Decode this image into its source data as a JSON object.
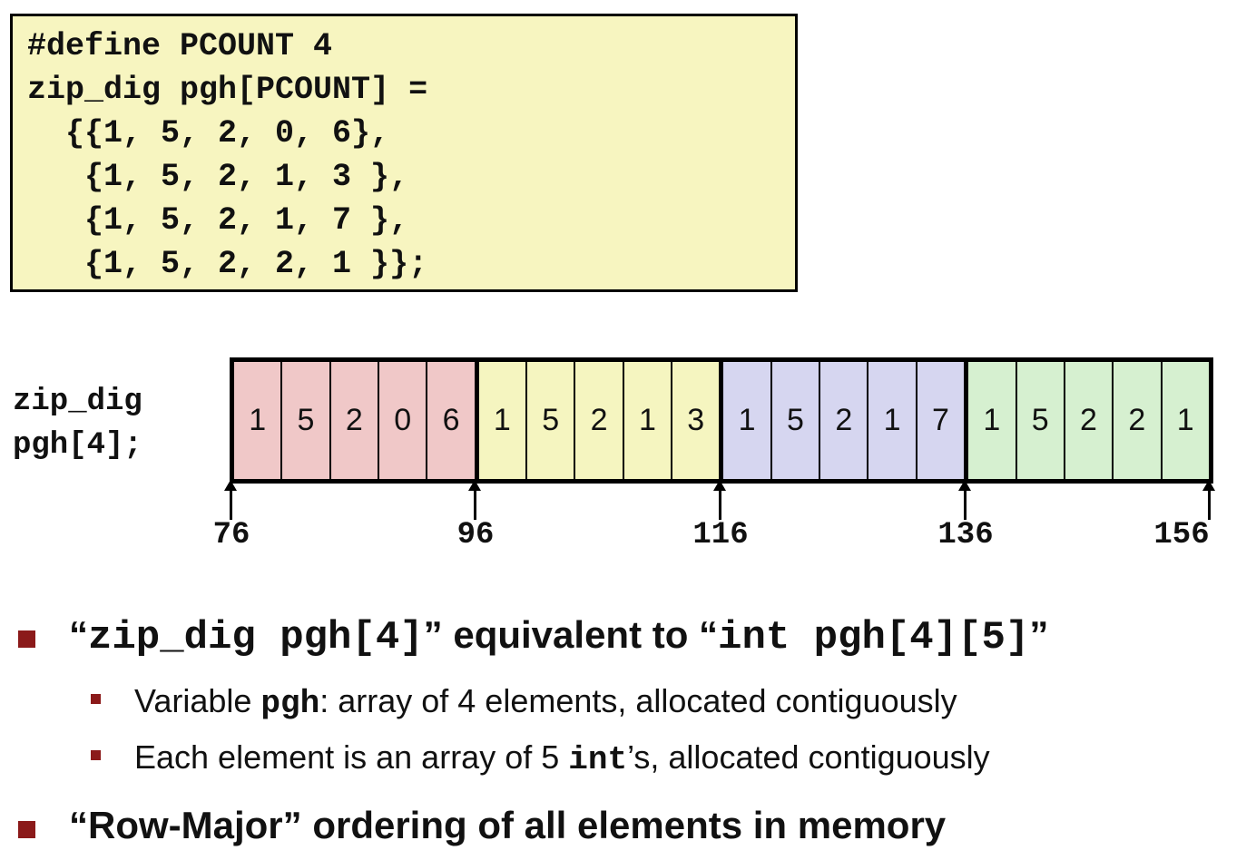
{
  "code_block": {
    "lines": [
      "#define PCOUNT 4",
      "zip_dig pgh[PCOUNT] =",
      "  {{1, 5, 2, 0, 6},",
      "   {1, 5, 2, 1, 3 },",
      "   {1, 5, 2, 1, 7 },",
      "   {1, 5, 2, 2, 1 }};"
    ],
    "background": "#f7f5c0"
  },
  "memory_diagram": {
    "declaration_line1": "zip_dig",
    "declaration_line2": "pgh[4];",
    "rows": [
      {
        "values": [
          "1",
          "5",
          "2",
          "0",
          "6"
        ],
        "color": "#f0c8c8"
      },
      {
        "values": [
          "1",
          "5",
          "2",
          "1",
          "3"
        ],
        "color": "#f5f5c0"
      },
      {
        "values": [
          "1",
          "5",
          "2",
          "1",
          "7"
        ],
        "color": "#d6d6f0"
      },
      {
        "values": [
          "1",
          "5",
          "2",
          "2",
          "1"
        ],
        "color": "#d6f0d0"
      }
    ],
    "addresses": [
      "76",
      "96",
      "116",
      "136",
      "156"
    ]
  },
  "bullets": {
    "b1": {
      "open_quote": "“",
      "code1": "zip_dig pgh[4]",
      "middle": "” equivalent to “",
      "code2": "int pgh[4][5]",
      "close_quote": "”"
    },
    "b1_sub1": {
      "prefix": "Variable ",
      "code": "pgh",
      "suffix": ": array of 4 elements, allocated contiguously"
    },
    "b1_sub2": {
      "prefix": "Each element is an array of 5 ",
      "code": "int",
      "suffix": "’s, allocated contiguously"
    },
    "b2": {
      "text": "“Row-Major” ordering of all elements in memory"
    }
  },
  "colors": {
    "bullet": "#8b1a1a"
  }
}
